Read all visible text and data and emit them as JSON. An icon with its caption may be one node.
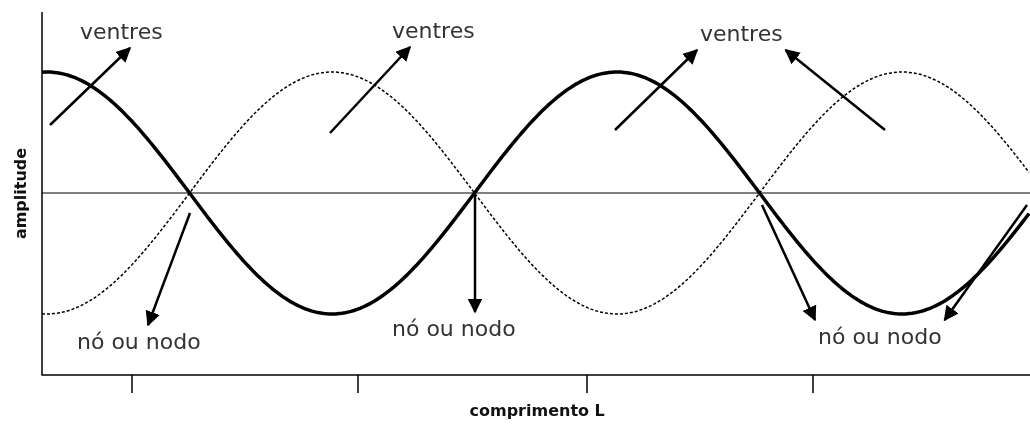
{
  "diagram": {
    "nodes": [
      {
        "text": [
          "ventres"
        ]
      },
      {
        "text": [
          "ventres"
        ]
      },
      {
        "text": [
          "ventres"
        ]
      },
      {
        "text": [
          "nó ou nodo"
        ]
      },
      {
        "text": [
          "nó ou nodo"
        ]
      },
      {
        "text": [
          "nó ou nodo"
        ]
      }
    ],
    "edges": [
      {
        "from": null,
        "to": 0,
        "arrow": "to"
      },
      {
        "from": null,
        "to": 1,
        "arrow": "to"
      },
      {
        "from": null,
        "to": 2,
        "arrow": "to"
      },
      {
        "from": null,
        "to": 2,
        "arrow": "to"
      },
      {
        "from": null,
        "to": 3,
        "arrow": "to"
      },
      {
        "from": null,
        "to": 4,
        "arrow": "to"
      },
      {
        "from": null,
        "to": 5,
        "arrow": "to"
      },
      {
        "from": null,
        "to": 5,
        "arrow": "to"
      }
    ],
    "labels": [
      "amplitude",
      "comprimento L"
    ]
  }
}
